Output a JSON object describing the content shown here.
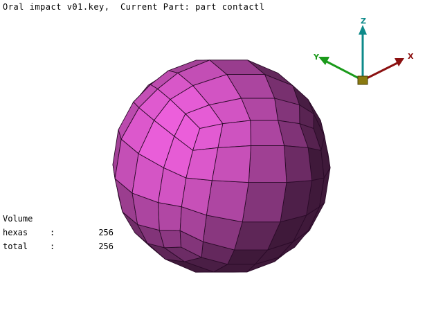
{
  "window": {
    "title": "Oral impact v01.key,  Current Part: part contactl"
  },
  "stats": {
    "heading": "Volume",
    "rows": [
      {
        "label": "hexas",
        "sep": ":",
        "value": "256"
      },
      {
        "label": "total",
        "sep": ":",
        "value": "256"
      }
    ]
  },
  "triad": {
    "x_label": "X",
    "y_label": "Y",
    "z_label": "Z",
    "colors": {
      "x": "#8b1010",
      "y": "#1a9a1a",
      "z": "#0e8a8a",
      "origin": "#8a7a10"
    }
  },
  "model": {
    "face_color": "#e05ad0",
    "edge_color": "#2a0a28"
  }
}
